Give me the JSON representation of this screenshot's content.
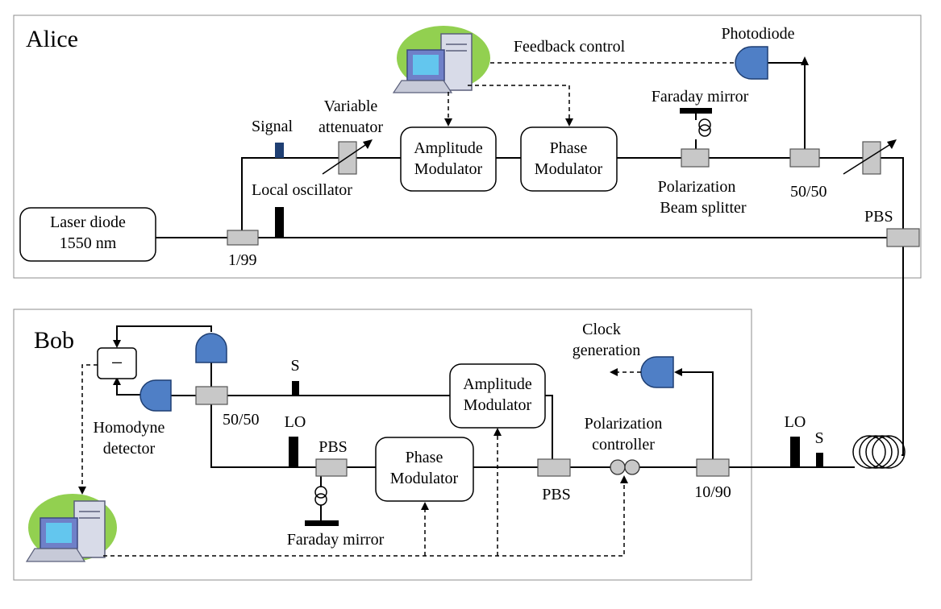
{
  "sections": {
    "alice": "Alice",
    "bob": "Bob"
  },
  "alice": {
    "feedback_control": "Feedback control",
    "photodiode": "Photodiode",
    "faraday_mirror": "Faraday mirror",
    "variable_attenuator": [
      "Variable",
      "attenuator"
    ],
    "signal": "Signal",
    "amplitude_modulator": [
      "Amplitude",
      "Modulator"
    ],
    "phase_modulator": [
      "Phase",
      "Modulator"
    ],
    "polarization_beam_splitter": [
      "Polarization",
      "Beam splitter"
    ],
    "coupler_50_50": "50/50",
    "local_oscillator": "Local oscillator",
    "laser_diode": [
      "Laser diode",
      "1550 nm"
    ],
    "coupler_1_99": "1/99",
    "pbs": "PBS"
  },
  "bob": {
    "minus": "−",
    "s_pulse": "S",
    "clock_generation": [
      "Clock",
      "generation"
    ],
    "amplitude_modulator": [
      "Amplitude",
      "Modulator"
    ],
    "homodyne_detector": [
      "Homodyne",
      "detector"
    ],
    "coupler_50_50": "50/50",
    "lo_pulse": "LO",
    "pbs_left": "PBS",
    "phase_modulator": [
      "Phase",
      "Modulator"
    ],
    "polarization_controller": [
      "Polarization",
      "controller"
    ],
    "lo_fiber": "LO",
    "s_fiber": "S",
    "pbs_right": "PBS",
    "coupler_10_90": "10/90",
    "faraday_mirror": "Faraday mirror"
  },
  "colors": {
    "detector": "#4f7fc6",
    "coupler": "#c8c8c8",
    "signal_pulse": "#1f3f73",
    "computer_blob": "#92d050"
  },
  "icons": [
    "computer-icon",
    "photodiode-icon",
    "faraday-mirror-icon",
    "variable-attenuator-icon",
    "coupler-icon",
    "fiber-spool-icon",
    "polarization-controller-icon"
  ]
}
